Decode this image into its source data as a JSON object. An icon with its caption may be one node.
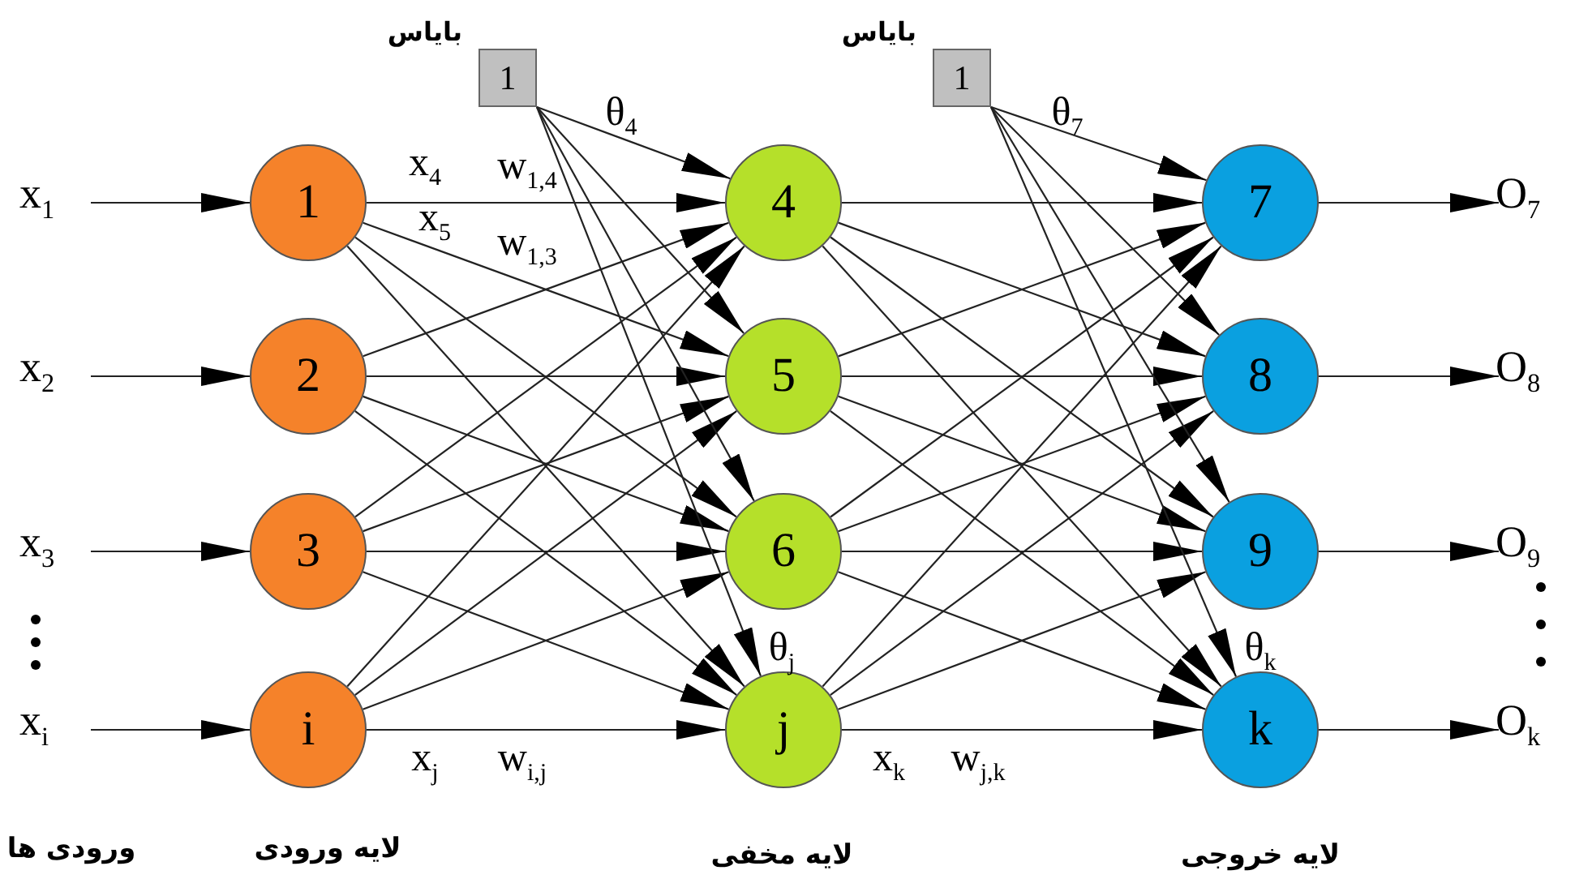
{
  "diagram": {
    "nodes": [
      {
        "text": [
          "x$_{1}$"
        ]
      },
      {
        "text": [
          "x$_{2}$"
        ]
      },
      {
        "text": [
          "x$_{3}$"
        ]
      },
      {
        "text": [
          "x$_{i}$"
        ]
      },
      {
        "text": [
          "1"
        ]
      },
      {
        "text": [
          "2"
        ]
      },
      {
        "text": [
          "3"
        ]
      },
      {
        "text": [
          "i"
        ]
      },
      {
        "text": [
          "بایاس",
          "1"
        ]
      },
      {
        "text": [
          "4"
        ]
      },
      {
        "text": [
          "5"
        ]
      },
      {
        "text": [
          "6"
        ]
      },
      {
        "text": [
          "j"
        ]
      },
      {
        "text": [
          "بایاس",
          "1"
        ]
      },
      {
        "text": [
          "7"
        ]
      },
      {
        "text": [
          "8"
        ]
      },
      {
        "text": [
          "9"
        ]
      },
      {
        "text": [
          "k"
        ]
      },
      {
        "text": [
          "O$_{7}$"
        ]
      },
      {
        "text": [
          "O$_{8}$"
        ]
      },
      {
        "text": [
          "O$_{9}$"
        ]
      },
      {
        "text": [
          "O$_{k}$"
        ]
      }
    ],
    "edges": [
      {
        "from": 0,
        "to": 4,
        "arrow": "to"
      },
      {
        "from": 1,
        "to": 5,
        "arrow": "to"
      },
      {
        "from": 2,
        "to": 6,
        "arrow": "to"
      },
      {
        "from": 3,
        "to": 7,
        "arrow": "to"
      },
      {
        "from": 4,
        "to": 9,
        "arrow": "to"
      },
      {
        "from": 4,
        "to": 10,
        "arrow": "to"
      },
      {
        "from": 4,
        "to": 11,
        "arrow": "to"
      },
      {
        "from": 4,
        "to": 12,
        "arrow": "to"
      },
      {
        "from": 5,
        "to": 9,
        "arrow": "to"
      },
      {
        "from": 5,
        "to": 10,
        "arrow": "to"
      },
      {
        "from": 5,
        "to": 11,
        "arrow": "to"
      },
      {
        "from": 5,
        "to": 12,
        "arrow": "to"
      },
      {
        "from": 6,
        "to": 9,
        "arrow": "to"
      },
      {
        "from": 6,
        "to": 10,
        "arrow": "to"
      },
      {
        "from": 6,
        "to": 11,
        "arrow": "to"
      },
      {
        "from": 6,
        "to": 12,
        "arrow": "to"
      },
      {
        "from": 7,
        "to": 9,
        "arrow": "to"
      },
      {
        "from": 7,
        "to": 10,
        "arrow": "to"
      },
      {
        "from": 7,
        "to": 11,
        "arrow": "to"
      },
      {
        "from": 7,
        "to": 12,
        "arrow": "to"
      },
      {
        "from": 8,
        "to": 9,
        "arrow": "to"
      },
      {
        "from": 8,
        "to": 10,
        "arrow": "to"
      },
      {
        "from": 8,
        "to": 11,
        "arrow": "to"
      },
      {
        "from": 8,
        "to": 12,
        "arrow": "to"
      },
      {
        "from": 9,
        "to": 14,
        "arrow": "to"
      },
      {
        "from": 9,
        "to": 15,
        "arrow": "to"
      },
      {
        "from": 9,
        "to": 16,
        "arrow": "to"
      },
      {
        "from": 9,
        "to": 17,
        "arrow": "to"
      },
      {
        "from": 10,
        "to": 14,
        "arrow": "to"
      },
      {
        "from": 10,
        "to": 15,
        "arrow": "to"
      },
      {
        "from": 10,
        "to": 16,
        "arrow": "to"
      },
      {
        "from": 10,
        "to": 17,
        "arrow": "to"
      },
      {
        "from": 11,
        "to": 14,
        "arrow": "to"
      },
      {
        "from": 11,
        "to": 15,
        "arrow": "to"
      },
      {
        "from": 11,
        "to": 16,
        "arrow": "to"
      },
      {
        "from": 11,
        "to": 17,
        "arrow": "to"
      },
      {
        "from": 12,
        "to": 14,
        "arrow": "to"
      },
      {
        "from": 12,
        "to": 15,
        "arrow": "to"
      },
      {
        "from": 12,
        "to": 16,
        "arrow": "to"
      },
      {
        "from": 12,
        "to": 17,
        "arrow": "to"
      },
      {
        "from": 13,
        "to": 14,
        "arrow": "to"
      },
      {
        "from": 13,
        "to": 15,
        "arrow": "to"
      },
      {
        "from": 13,
        "to": 16,
        "arrow": "to"
      },
      {
        "from": 13,
        "to": 17,
        "arrow": "to"
      },
      {
        "from": 14,
        "to": 18,
        "arrow": "to"
      },
      {
        "from": 15,
        "to": 19,
        "arrow": "to"
      },
      {
        "from": 16,
        "to": 20,
        "arrow": "to"
      },
      {
        "from": 17,
        "to": 21,
        "arrow": "to"
      }
    ],
    "labels": [
      "θ$_{4}$",
      "θ$_{7}$",
      "x$_{4}$",
      "w$_{1,4}$",
      "x$_{5}$",
      "w$_{1,3}$",
      "θ$_{j}$",
      "θ$_{k}$",
      "x$_{j}$",
      "w$_{i,j}$",
      "x$_{k}$",
      "w$_{j,k}$",
      "ورودی ها",
      "لایه ورودی",
      "لایه مخفی",
      "لایه خروجی"
    ]
  }
}
